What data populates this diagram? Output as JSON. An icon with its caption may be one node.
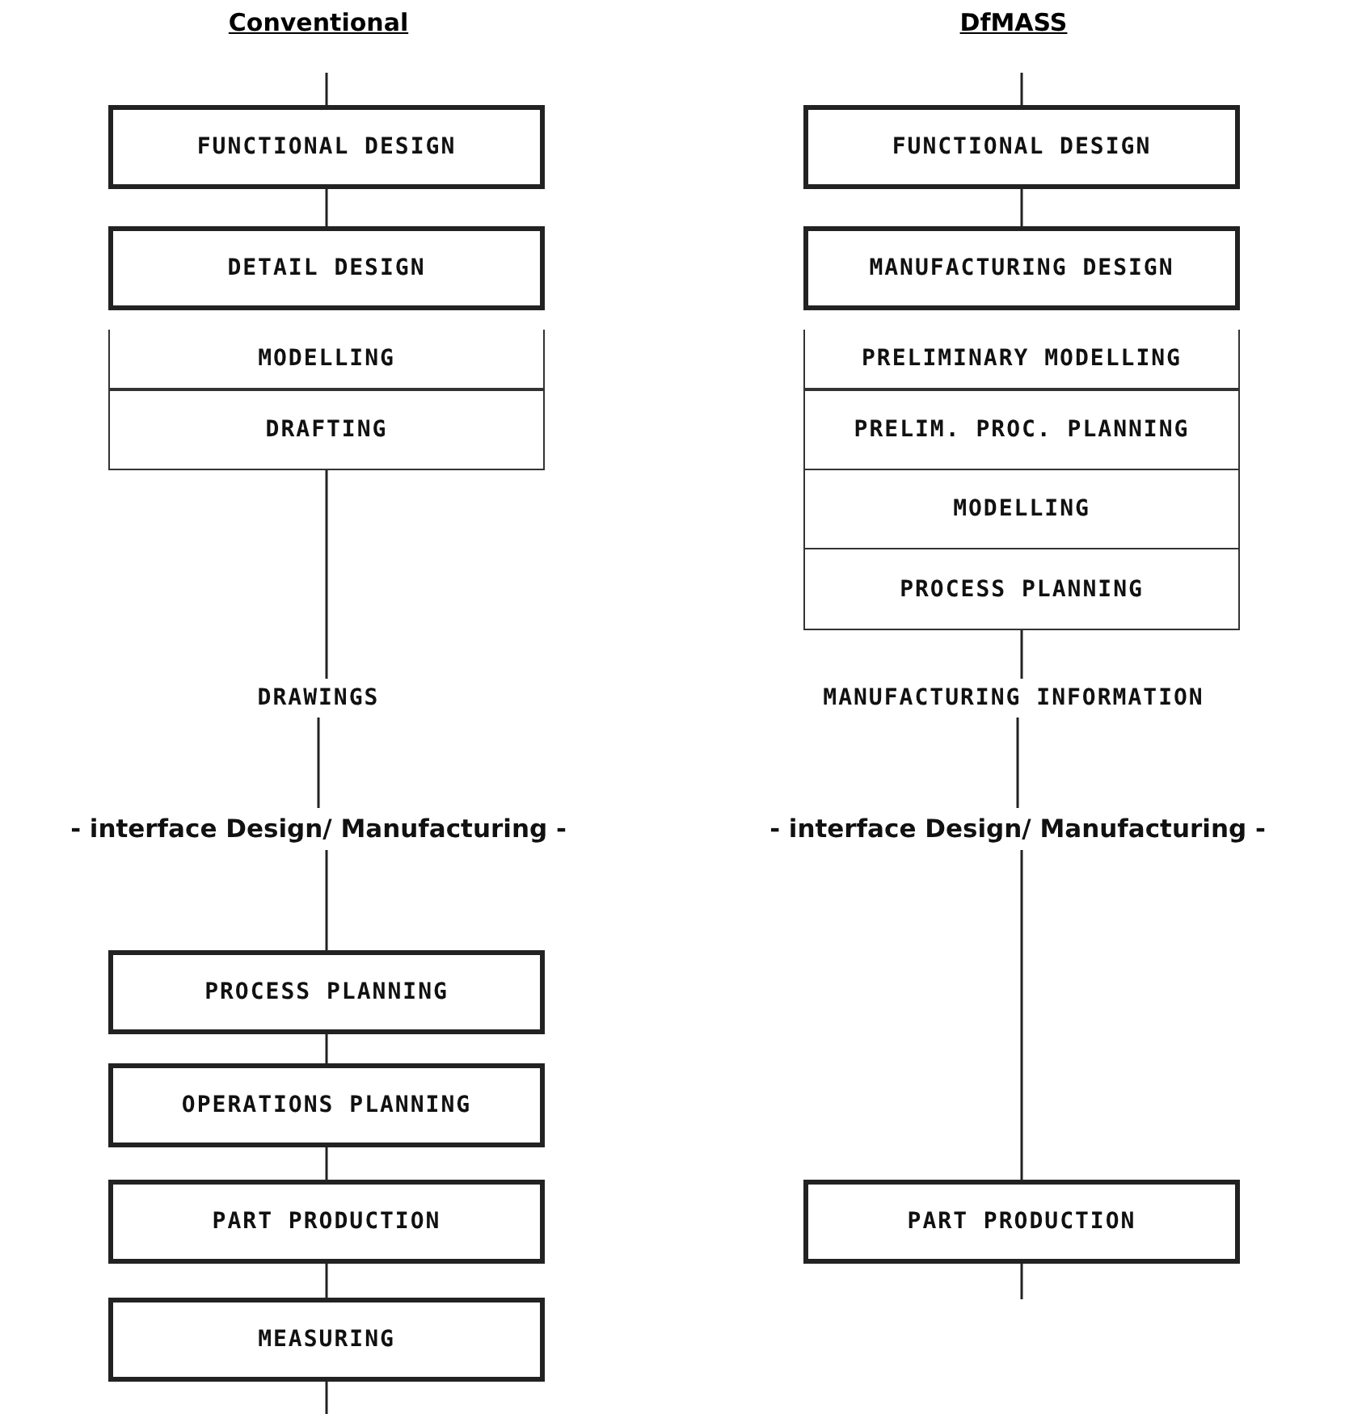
{
  "diagram": {
    "nodes": [
      {
        "text": [
          "FUNCTIONAL DESIGN"
        ]
      },
      {
        "text": [
          "DETAIL DESIGN"
        ]
      },
      {
        "text": [
          "MODELLING"
        ]
      },
      {
        "text": [
          "DRAFTING"
        ]
      },
      {
        "text": [
          "DRAWINGS"
        ]
      },
      {
        "text": [
          "- interface Design/ Manufacturing -"
        ]
      },
      {
        "text": [
          "PROCESS PLANNING"
        ]
      },
      {
        "text": [
          "OPERATIONS PLANNING"
        ]
      },
      {
        "text": [
          "PART PRODUCTION"
        ]
      },
      {
        "text": [
          "MEASURING"
        ]
      },
      {
        "text": [
          "FUNCTIONAL DESIGN"
        ]
      },
      {
        "text": [
          "MANUFACTURING DESIGN"
        ]
      },
      {
        "text": [
          "PRELIMINARY MODELLING"
        ]
      },
      {
        "text": [
          "PRELIM. PROC. PLANNING"
        ]
      },
      {
        "text": [
          "MODELLING"
        ]
      },
      {
        "text": [
          "PROCESS PLANNING"
        ]
      },
      {
        "text": [
          "MANUFACTURING INFORMATION"
        ]
      },
      {
        "text": [
          "- interface Design/ Manufacturing -"
        ]
      },
      {
        "text": [
          "PART PRODUCTION"
        ]
      }
    ],
    "edges": [
      {
        "from": null,
        "to": 0,
        "arrow": "none"
      },
      {
        "from": 0,
        "to": 1,
        "arrow": "none"
      },
      {
        "from": 3,
        "to": 4,
        "arrow": "none"
      },
      {
        "from": 4,
        "to": 5,
        "arrow": "none"
      },
      {
        "from": 5,
        "to": 6,
        "arrow": "none"
      },
      {
        "from": 6,
        "to": 7,
        "arrow": "none"
      },
      {
        "from": 7,
        "to": 8,
        "arrow": "none"
      },
      {
        "from": 8,
        "to": 9,
        "arrow": "none"
      },
      {
        "from": 9,
        "to": null,
        "arrow": "none"
      },
      {
        "from": null,
        "to": 10,
        "arrow": "none"
      },
      {
        "from": 10,
        "to": 11,
        "arrow": "none"
      },
      {
        "from": 15,
        "to": 16,
        "arrow": "none"
      },
      {
        "from": 16,
        "to": 17,
        "arrow": "none"
      },
      {
        "from": 17,
        "to": 18,
        "arrow": "none"
      },
      {
        "from": 18,
        "to": null,
        "arrow": "none"
      }
    ],
    "labels": [
      "Conventional",
      "DfMASS"
    ]
  }
}
